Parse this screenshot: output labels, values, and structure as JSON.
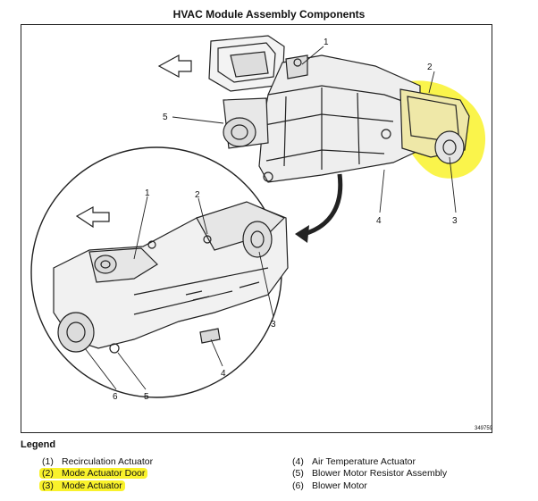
{
  "title": "HVAC Module Assembly Components",
  "figure_id": "349759",
  "callouts": [
    "1",
    "2",
    "3",
    "4",
    "5",
    "1",
    "2",
    "3",
    "4",
    "5",
    "6"
  ],
  "highlight_color": "#f9f22b",
  "legend": {
    "heading": "Legend",
    "left": [
      {
        "num": "(1)",
        "label": "Recirculation Actuator",
        "highlighted": false
      },
      {
        "num": "(2)",
        "label": "Mode Actuator Door",
        "highlighted": true
      },
      {
        "num": "(3)",
        "label": "Mode Actuator",
        "highlighted": true
      }
    ],
    "right": [
      {
        "num": "(4)",
        "label": "Air Temperature Actuator",
        "highlighted": false
      },
      {
        "num": "(5)",
        "label": "Blower Motor Resistor Assembly",
        "highlighted": false
      },
      {
        "num": "(6)",
        "label": "Blower Motor",
        "highlighted": false
      }
    ]
  }
}
